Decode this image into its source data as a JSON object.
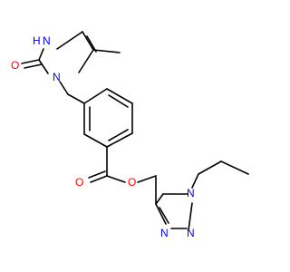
{
  "molecule": {
    "atoms": [
      {
        "id": "h_nh",
        "element": "H",
        "color": "#0000ff"
      },
      {
        "id": "n_nh",
        "element": "N",
        "color": "#0000ff"
      },
      {
        "id": "o_imid",
        "element": "O",
        "color": "#ff0000"
      },
      {
        "id": "n_imid1",
        "element": "N",
        "color": "#0000ff"
      },
      {
        "id": "o_carbonyl",
        "element": "O",
        "color": "#ff0000"
      },
      {
        "id": "o_ester",
        "element": "O",
        "color": "#ff0000"
      },
      {
        "id": "n_tri1",
        "element": "N",
        "color": "#0000ff"
      },
      {
        "id": "n_tri2",
        "element": "N",
        "color": "#0000ff"
      },
      {
        "id": "n_tri4",
        "element": "N",
        "color": "#0000ff"
      }
    ]
  }
}
